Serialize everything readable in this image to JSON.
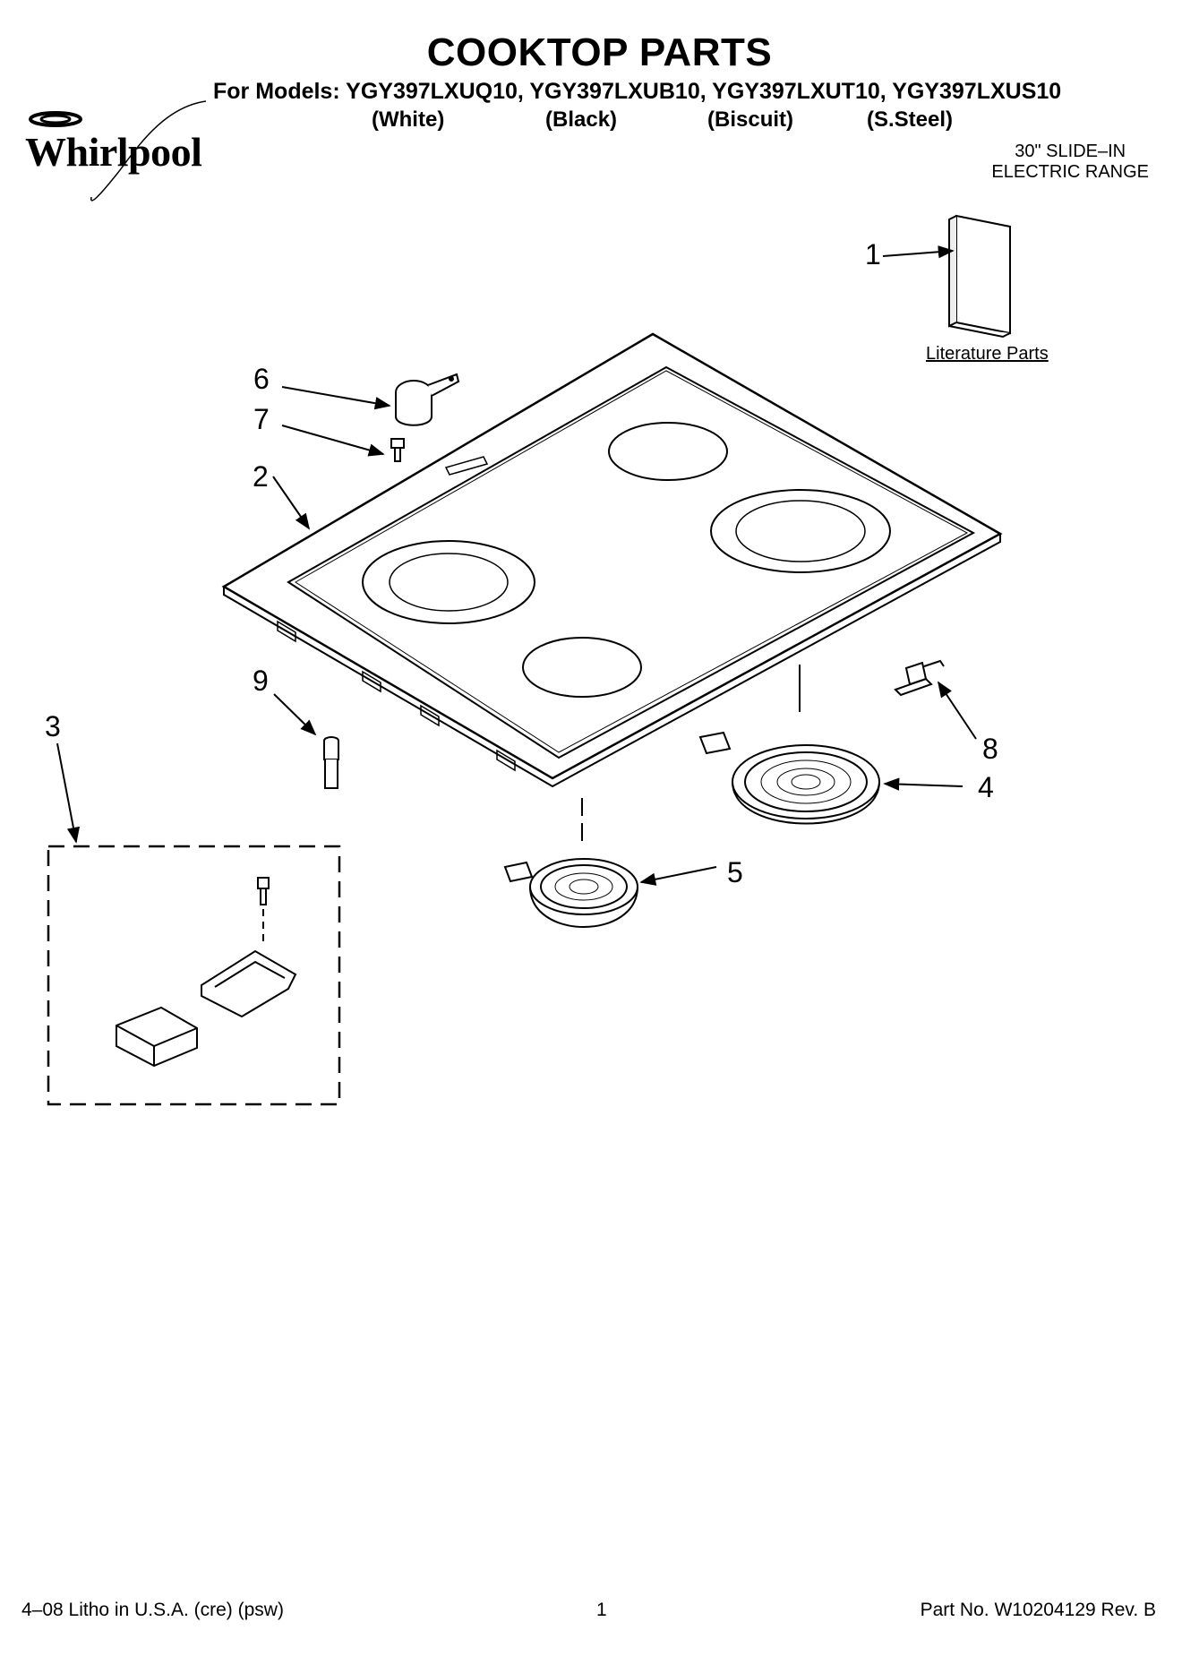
{
  "header": {
    "title": "COOKTOP PARTS",
    "models_line": "For Models: YGY397LXUQ10, YGY397LXUB10,  YGY397LXUT10, YGY397LXUS10",
    "colors": [
      "(White)",
      "(Black)",
      "(Biscuit)",
      "(S.Steel)"
    ],
    "brand": "Whirlpool",
    "range_line1": "30\" SLIDE–IN",
    "range_line2": "ELECTRIC RANGE"
  },
  "diagram": {
    "literature_label": "Literature Parts",
    "callouts": {
      "c1": "1",
      "c2": "2",
      "c3": "3",
      "c4": "4",
      "c5": "5",
      "c6": "6",
      "c7": "7",
      "c8": "8",
      "c9": "9"
    }
  },
  "footer": {
    "left": "4–08 Litho in U.S.A. (cre) (psw)",
    "page": "1",
    "right": "Part No. W10204129 Rev. B"
  }
}
